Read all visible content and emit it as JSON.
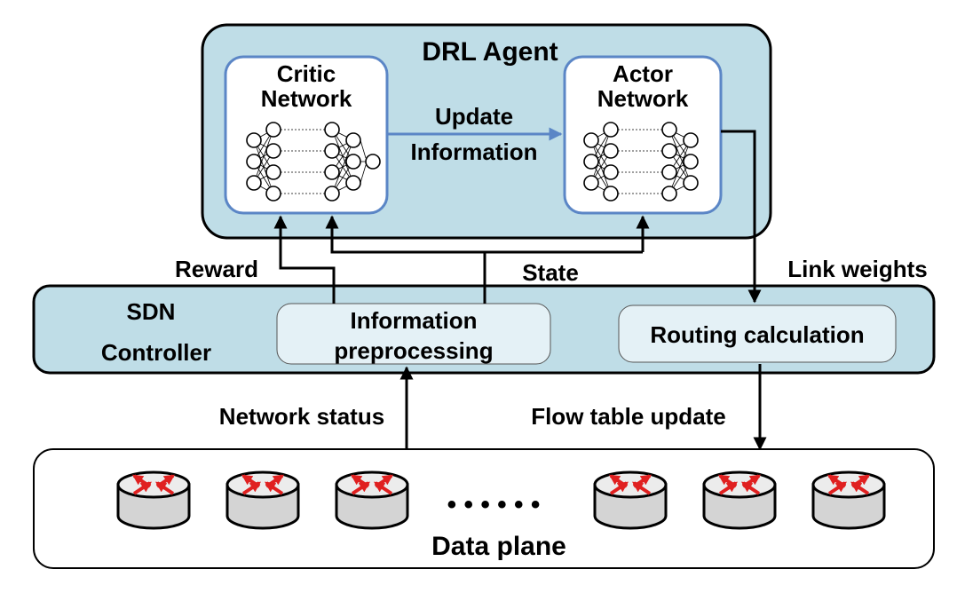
{
  "drl_agent": {
    "title": "DRL Agent",
    "critic": {
      "line1": "Critic",
      "line2": "Network"
    },
    "actor": {
      "line1": "Actor",
      "line2": "Network"
    },
    "update": {
      "line1": "Update",
      "line2": "Information"
    }
  },
  "labels": {
    "reward": "Reward",
    "state": "State",
    "link_weights": "Link weights",
    "network_status": "Network status",
    "flow_table_update": "Flow table update"
  },
  "sdn": {
    "line1": "SDN",
    "line2": "Controller",
    "preproc_line1": "Information",
    "preproc_line2": "preprocessing",
    "routing": "Routing calculation"
  },
  "data_plane": {
    "label": "Data plane",
    "ellipsis": "• • • • • •"
  },
  "colors": {
    "panel_fill": "#bfdde7",
    "inner_fill": "#ffffff",
    "inner_border": "#5b86c6",
    "pill_fill": "#e4f1f6",
    "arrow_blue": "#5b86c6",
    "router_body": "#d4d4d4",
    "router_arrow": "#e02020"
  }
}
